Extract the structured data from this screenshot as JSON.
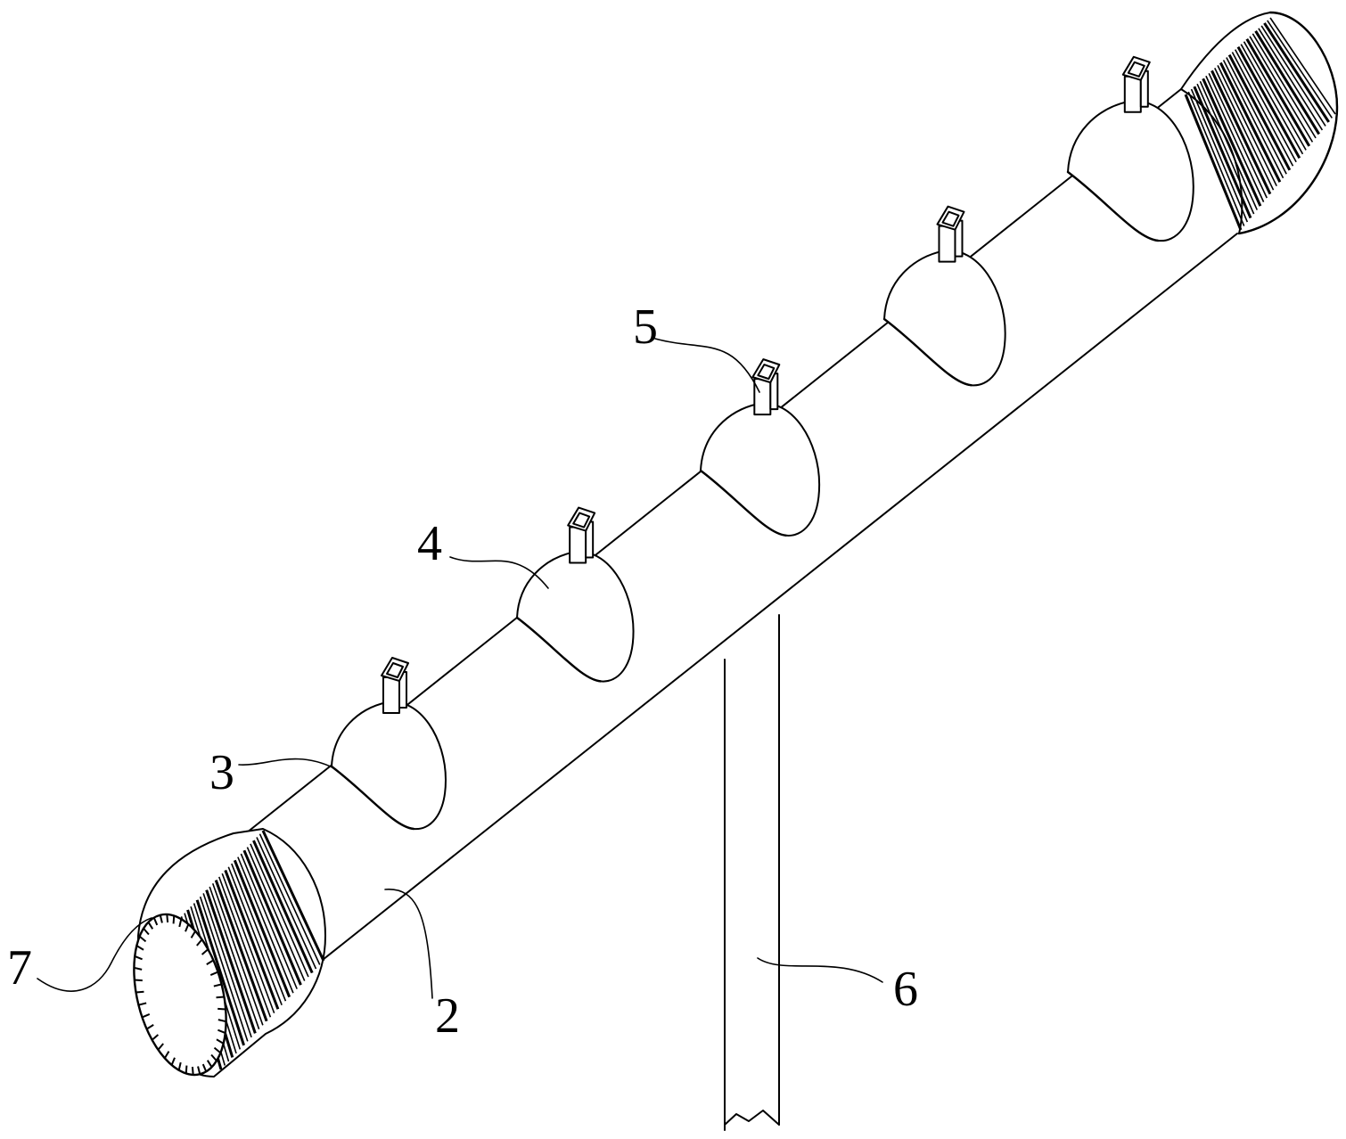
{
  "labels": {
    "pipe": "2",
    "cover_left": "3",
    "cover_body": "4",
    "nozzle": "5",
    "support": "6",
    "end_cap": "7"
  }
}
